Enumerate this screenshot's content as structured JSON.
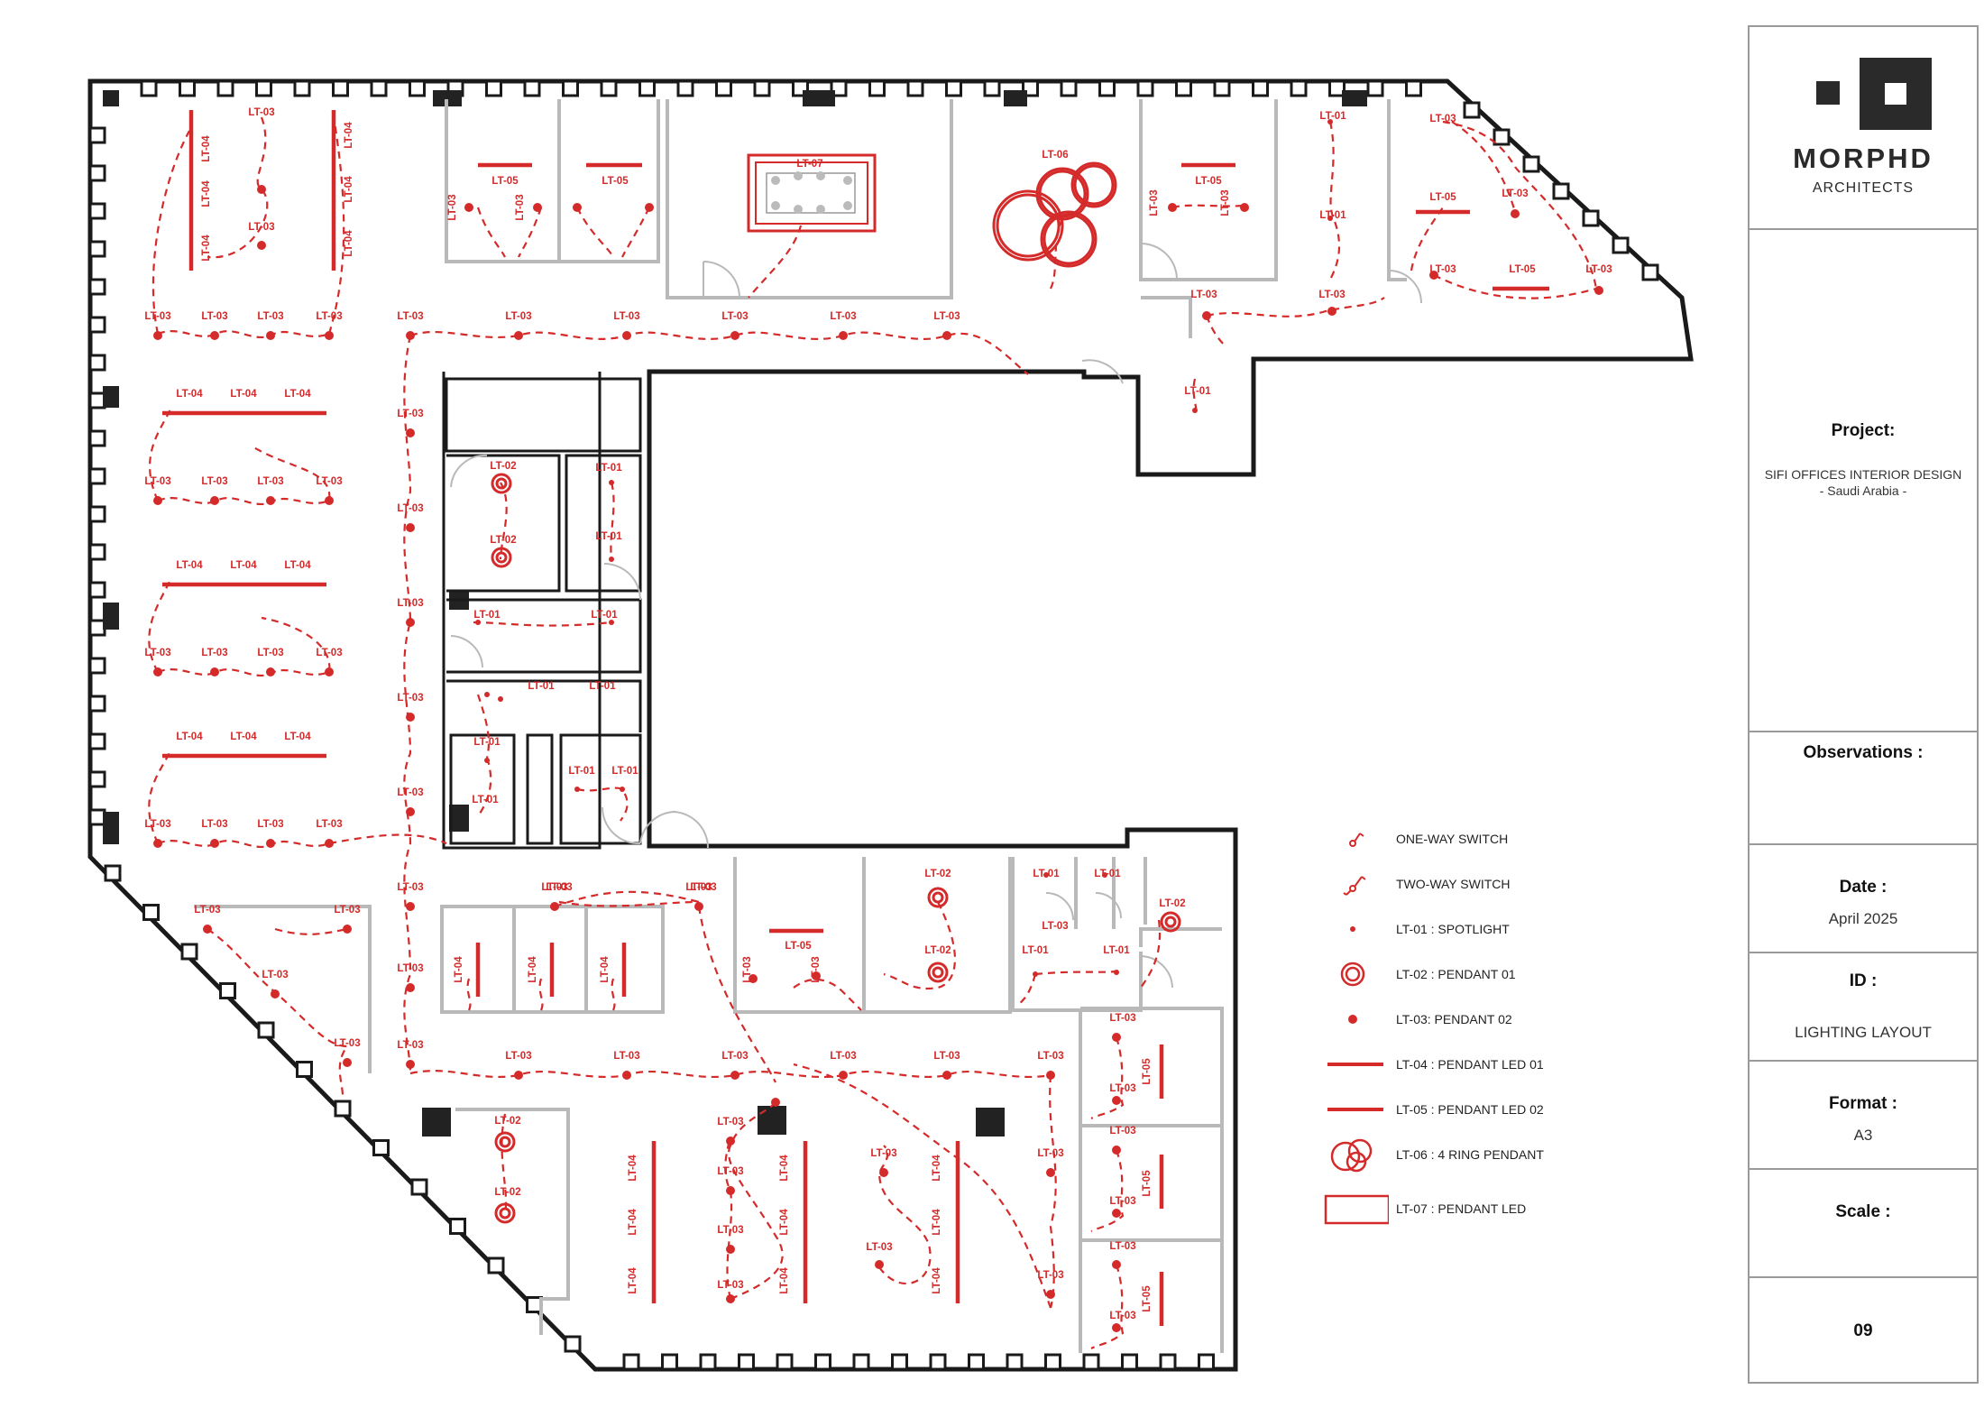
{
  "title_block": {
    "logo_name": "MORPHD",
    "logo_sub": "ARCHITECTS",
    "project_heading": "Project:",
    "project_name": "SIFI OFFICES INTERIOR DESIGN",
    "project_location": "- Saudi Arabia -",
    "observations_heading": "Observations :",
    "date_heading": "Date :",
    "date_value": "April 2025",
    "id_heading": "ID :",
    "id_value": "LIGHTING LAYOUT",
    "format_heading": "Format :",
    "format_value": "A3",
    "scale_heading": "Scale :",
    "sheet_number": "09"
  },
  "legend": {
    "items": [
      {
        "symbol": "one-way-switch",
        "label": "ONE-WAY SWITCH"
      },
      {
        "symbol": "two-way-switch",
        "label": "TWO-WAY SWITCH"
      },
      {
        "symbol": "spotlight",
        "label": "LT-01 : SPOTLIGHT"
      },
      {
        "symbol": "pendant-01",
        "label": "LT-02 : PENDANT 01"
      },
      {
        "symbol": "pendant-02",
        "label": "LT-03: PENDANT 02"
      },
      {
        "symbol": "pendant-led-01",
        "label": "LT-04 : PENDANT LED 01"
      },
      {
        "symbol": "pendant-led-02",
        "label": "LT-05 : PENDANT LED 02"
      },
      {
        "symbol": "ring-pendant",
        "label": "LT-06 : 4 RING PENDANT"
      },
      {
        "symbol": "pendant-led",
        "label": "LT-07 : PENDANT LED"
      }
    ]
  },
  "fixture_codes": {
    "lt01": "LT-01",
    "lt02": "LT-02",
    "lt03": "LT-03",
    "lt04": "LT-04",
    "lt05": "LT-05",
    "lt06": "LT-06",
    "lt07": "LT-07"
  },
  "colors": {
    "lighting": "#d42a2a",
    "walls": "#1a1a1a",
    "partitions": "#b9b9b9",
    "frame": "#9a9a9a"
  }
}
